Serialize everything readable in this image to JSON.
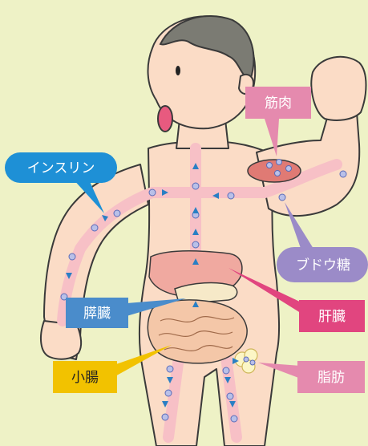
{
  "labels": {
    "insulin": "インスリン",
    "muscle": "筋肉",
    "glucose": "ブドウ糖",
    "pancreas": "膵臓",
    "liver": "肝臓",
    "small_intestine": "小腸",
    "fat": "脂肪"
  },
  "colors": {
    "background": "#EEF2C6",
    "skin": "#FBDCC6",
    "insulin_label": "#1E90D6",
    "muscle_label": "#E58AAE",
    "glucose_label": "#9B8BC8",
    "pancreas_label": "#4A8CCB",
    "liver_label": "#E1457F",
    "small_intestine_label": "#F2C200",
    "fat_label": "#E58AAE"
  }
}
